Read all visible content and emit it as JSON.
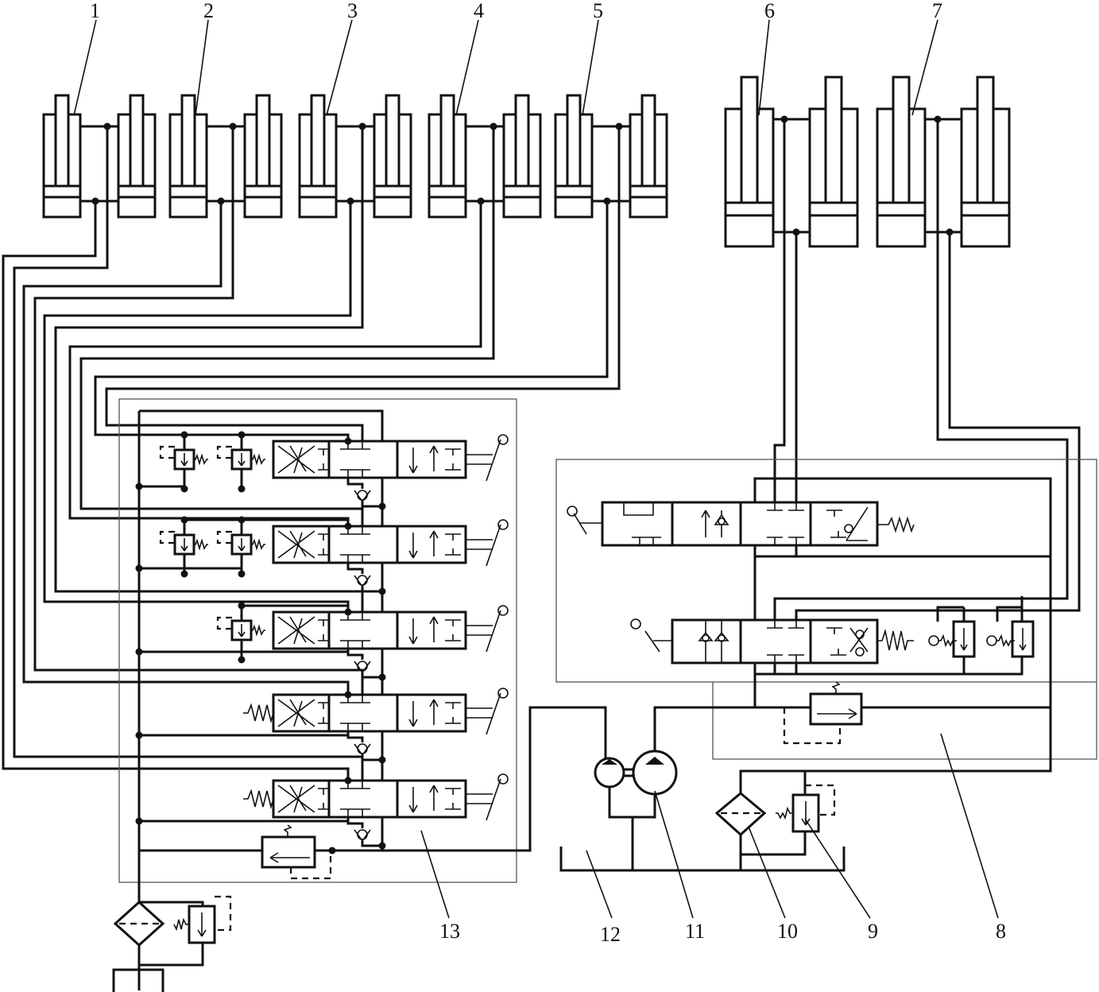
{
  "labels": {
    "l1": "1",
    "l2": "2",
    "l3": "3",
    "l4": "4",
    "l5": "5",
    "l6": "6",
    "l7": "7",
    "l8": "8",
    "l9": "9",
    "l10": "10",
    "l11": "11",
    "l12": "12",
    "l13": "13"
  },
  "components": [
    {
      "id": 1,
      "name": "cylinder-pair-1"
    },
    {
      "id": 2,
      "name": "cylinder-pair-2"
    },
    {
      "id": 3,
      "name": "cylinder-pair-3"
    },
    {
      "id": 4,
      "name": "cylinder-pair-4"
    },
    {
      "id": 5,
      "name": "cylinder-pair-5"
    },
    {
      "id": 6,
      "name": "cylinder-pair-6"
    },
    {
      "id": 7,
      "name": "cylinder-pair-7"
    },
    {
      "id": 8,
      "name": "valve-block-8"
    },
    {
      "id": 9,
      "name": "relief-valve-9"
    },
    {
      "id": 10,
      "name": "filter-10"
    },
    {
      "id": 11,
      "name": "double-pump-11"
    },
    {
      "id": 12,
      "name": "tank-12"
    },
    {
      "id": 13,
      "name": "valve-block-13"
    }
  ]
}
